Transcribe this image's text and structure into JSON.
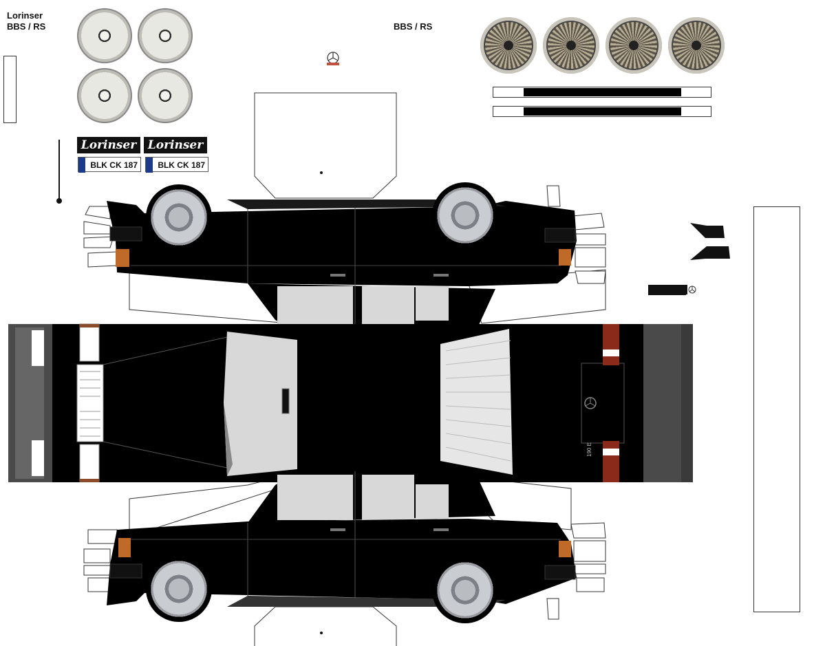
{
  "labels": {
    "brand_top_left": "Lorinser",
    "rims_top_left": "BBS / RS",
    "rims_top_right": "BBS / RS"
  },
  "badges": [
    "Lorinser",
    "Lorinser"
  ],
  "plates": [
    "BLK CK 187",
    "BLK CK 187"
  ],
  "trunk_badge": "190 E",
  "colors": {
    "body": "#000000",
    "window": "#d8d8d8",
    "tab": "#ffffff",
    "grey_panel": "#4a4a4a",
    "taillight": "#8b2a1a",
    "indicator": "#c06a2a"
  }
}
